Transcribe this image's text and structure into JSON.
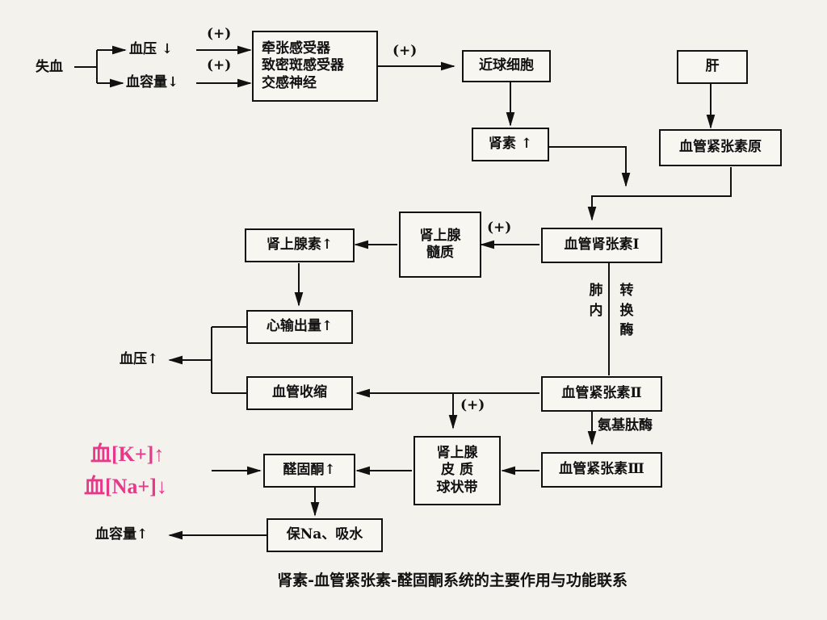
{
  "nodes": {
    "blood_loss": "失血",
    "bp_down": "血压 ↓",
    "volume_down": "血容量↓",
    "receptors": "牵张感受器\n致密斑感受器\n交感神经",
    "jg_cells": "近球细胞",
    "liver": "肝",
    "renin": "肾素 ↑",
    "angiotensinogen": "血管紧张素原",
    "angiotensin_1": "血管肾张素Ⅰ",
    "adrenal_medulla": "肾上腺\n髓质",
    "epinephrine": "肾上腺素↑",
    "cardiac_output": "心输出量↑",
    "vasoconstriction": "血管收缩",
    "bp_up": "血压↑",
    "angiotensin_2": "血管紧张素Ⅱ",
    "angiotensin_3": "血管紧张素Ⅲ",
    "adrenal_cortex": "肾上腺\n皮 质\n球状带",
    "aldosterone": "醛固酮↑",
    "na_retention": "保Na、吸水",
    "volume_up": "血容量↑"
  },
  "edge_labels": {
    "plus": "(+)",
    "lung_internal": "肺内",
    "converting_enzyme": "转换酶",
    "aminopeptidase": "氨基肽酶"
  },
  "ion_conditions": {
    "potassium": "血[K+]↑",
    "sodium": "血[Na+]↓"
  },
  "caption": "肾素-血管紧张素-醛固酮系统的主要作用与功能联系",
  "colors": {
    "ion_text": "#e8388a",
    "ink": "#111111"
  }
}
